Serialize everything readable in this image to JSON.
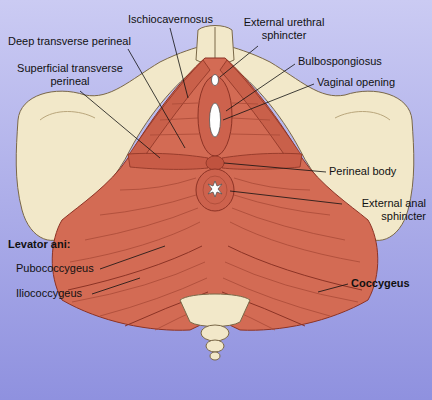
{
  "diagram": {
    "labels": [
      "Ischiocavernosus",
      "External urethral sphincter",
      "Deep transverse perineal",
      "Bulbospongiosus",
      "Superficial transverse perineal",
      "Vaginal opening",
      "Perineal body",
      "External anal sphincter",
      "Levator ani:",
      "Pubococcygeus",
      "Iliococcygeus",
      "Coccygeus"
    ]
  }
}
